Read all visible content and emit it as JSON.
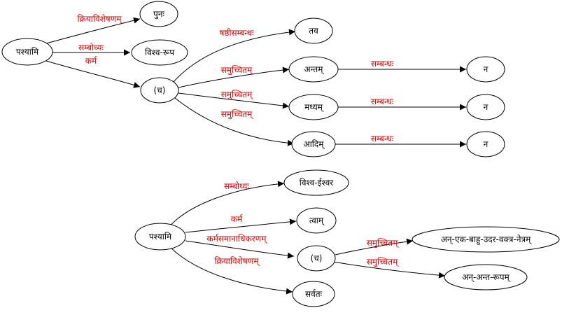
{
  "colors": {
    "edge_label": "#e00000",
    "line": "#000000",
    "node_fill": "#ffffff"
  },
  "graph1": {
    "nodes": {
      "pashyami": "पश्यामि",
      "punah": "पुनः",
      "vishva_rupa": "विश्व-रूप",
      "ca": "(च)",
      "tava": "तव",
      "antam": "अन्तम्",
      "madhyam": "मध्यम्",
      "adim": "आदिम्",
      "na1": "न",
      "na2": "न",
      "na3": "न"
    },
    "edges": {
      "pashyami_punah": "क्रियाविशेषणम्",
      "pashyami_vishva_rupa": "सम्बोध्यः",
      "pashyami_ca": "कर्म",
      "ca_tava": "षष्ठीसम्बन्धः",
      "ca_antam": "समुच्चितम्",
      "ca_madhyam": "समुच्चितम्",
      "ca_adim": "समुच्चितम्",
      "antam_na1": "सम्बन्धः",
      "madhyam_na2": "सम्बन्धः",
      "adim_na3": "सम्बन्धः"
    }
  },
  "graph2": {
    "nodes": {
      "pashyami": "पश्यामि",
      "vishva_ishvara": "विश्व-ईश्वर",
      "tvam": "त्वाम्",
      "ca": "(च)",
      "sarvatah": "सर्वतः",
      "aneka": "अन्-एक-बाहु-उदर-वक्त्र-नेत्रम्",
      "ananta": "अन्-अन्त-रूपम्"
    },
    "edges": {
      "pashyami_vishva_ishvara": "सम्बोध्यः",
      "pashyami_tvam": "कर्म",
      "pashyami_ca": "कर्मसमानाधिकरणम्",
      "pashyami_sarvatah": "क्रियाविशेषणम्",
      "ca_aneka": "समुच्चितम्",
      "ca_ananta": "समुच्चितम्"
    }
  }
}
